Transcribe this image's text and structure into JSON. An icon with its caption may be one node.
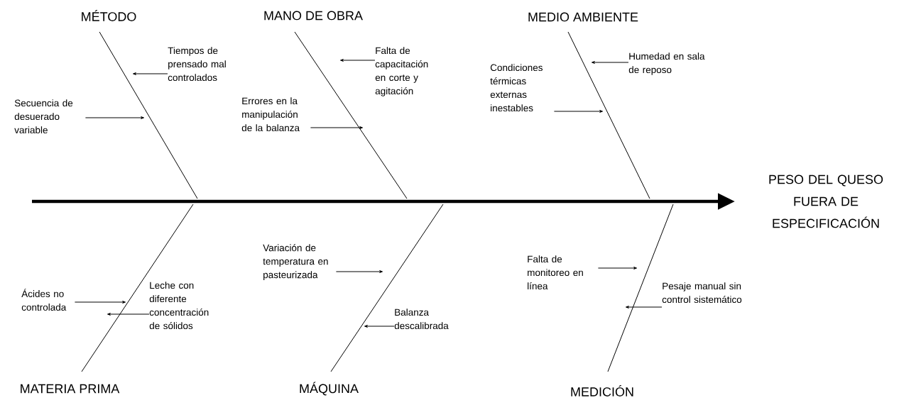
{
  "diagram": {
    "nodes": [
      {
        "text": [
          "PESO DEL QUESO FUERA DE ESPECIFICACIÓN"
        ]
      },
      {
        "text": [
          "MÉTODO"
        ]
      },
      {
        "text": [
          "MANO DE OBRA"
        ]
      },
      {
        "text": [
          "MEDIO AMBIENTE"
        ]
      },
      {
        "text": [
          "MATERIA PRIMA"
        ]
      },
      {
        "text": [
          "MÁQUINA"
        ]
      },
      {
        "text": [
          "MEDICIÓN"
        ]
      },
      {
        "text": [
          "Tiempos de prensado mal controlados"
        ]
      },
      {
        "text": [
          "Secuencia de desuerado variable"
        ]
      },
      {
        "text": [
          "Falta de capacitación en corte y agitación"
        ]
      },
      {
        "text": [
          "Errores en la manipulación de la balanza"
        ]
      },
      {
        "text": [
          "Humedad en sala de reposo"
        ]
      },
      {
        "text": [
          "Condiciones térmicas externas inestables"
        ]
      },
      {
        "text": [
          "Variación de temperatura en pasteurizada"
        ]
      },
      {
        "text": [
          "Balanza descalibrada"
        ]
      },
      {
        "text": [
          "Ácides no controlada"
        ]
      },
      {
        "text": [
          "Leche con diferente concentración de sólidos"
        ]
      },
      {
        "text": [
          "Falta de monitoreo en línea"
        ]
      },
      {
        "text": [
          "Pesaje manual sin control sistemático"
        ]
      }
    ],
    "edges": [
      {
        "from": null,
        "to": 0,
        "arrow": "to",
        "style": "thick"
      },
      {
        "from": 1,
        "to": null,
        "arrow": "none"
      },
      {
        "from": 2,
        "to": null,
        "arrow": "none"
      },
      {
        "from": 3,
        "to": null,
        "arrow": "none"
      },
      {
        "from": 4,
        "to": null,
        "arrow": "none"
      },
      {
        "from": 5,
        "to": null,
        "arrow": "none"
      },
      {
        "from": 6,
        "to": null,
        "arrow": "none"
      },
      {
        "from": 7,
        "to": null,
        "arrow": "to"
      },
      {
        "from": 8,
        "to": null,
        "arrow": "to"
      },
      {
        "from": 9,
        "to": null,
        "arrow": "to"
      },
      {
        "from": 10,
        "to": null,
        "arrow": "to"
      },
      {
        "from": 11,
        "to": null,
        "arrow": "to"
      },
      {
        "from": 12,
        "to": null,
        "arrow": "to"
      },
      {
        "from": 13,
        "to": null,
        "arrow": "to"
      },
      {
        "from": 14,
        "to": null,
        "arrow": "to"
      },
      {
        "from": 15,
        "to": null,
        "arrow": "to"
      },
      {
        "from": 16,
        "to": null,
        "arrow": "to"
      },
      {
        "from": 17,
        "to": null,
        "arrow": "to"
      },
      {
        "from": 18,
        "to": null,
        "arrow": "to"
      }
    ]
  }
}
